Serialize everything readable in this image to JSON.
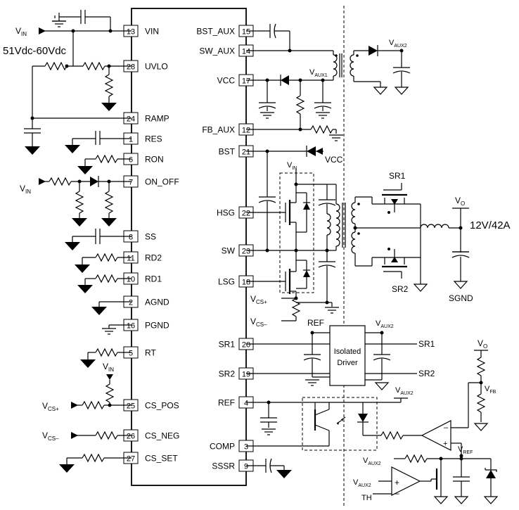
{
  "input": {
    "vin_label": "V",
    "vin_sub": "IN",
    "voltage_range": "51Vdc-60Vdc"
  },
  "ic_pins_left": [
    {
      "num": "13",
      "name": "VIN"
    },
    {
      "num": "28",
      "name": "UVLO"
    },
    {
      "num": "24",
      "name": "RAMP"
    },
    {
      "num": "1",
      "name": "RES"
    },
    {
      "num": "6",
      "name": "RON"
    },
    {
      "num": "7",
      "name": "ON_OFF"
    },
    {
      "num": "8",
      "name": "SS"
    },
    {
      "num": "11",
      "name": "RD2"
    },
    {
      "num": "10",
      "name": "RD1"
    },
    {
      "num": "2",
      "name": "AGND"
    },
    {
      "num": "16",
      "name": "PGND"
    },
    {
      "num": "5",
      "name": "RT"
    },
    {
      "num": "25",
      "name": "CS_POS"
    },
    {
      "num": "26",
      "name": "CS_NEG"
    },
    {
      "num": "27",
      "name": "CS_SET"
    }
  ],
  "ic_pins_right": [
    {
      "num": "15",
      "name": "BST_AUX"
    },
    {
      "num": "14",
      "name": "SW_AUX"
    },
    {
      "num": "17",
      "name": "VCC"
    },
    {
      "num": "12",
      "name": "FB_AUX"
    },
    {
      "num": "21",
      "name": "BST"
    },
    {
      "num": "22",
      "name": "HSG"
    },
    {
      "num": "23",
      "name": "SW"
    },
    {
      "num": "18",
      "name": "LSG"
    },
    {
      "num": "20",
      "name": "SR1"
    },
    {
      "num": "19",
      "name": "SR2"
    },
    {
      "num": "4",
      "name": "REF"
    },
    {
      "num": "3",
      "name": "COMP"
    },
    {
      "num": "9",
      "name": "SSSR"
    }
  ],
  "labels": {
    "v": "V",
    "vin_sub": "IN",
    "vcs_plus_sub": "CS+",
    "vcs_minus_sub": "CS–",
    "vaux1_sub": "AUX1",
    "vaux2_sub": "AUX2",
    "vo_sub": "O",
    "vfb_sub": "FB",
    "vref_sub": "REF",
    "vcc": "VCC",
    "ref": "REF",
    "sr1": "SR1",
    "sr2": "SR2",
    "sgnd": "SGND",
    "th": "TH",
    "output_spec": "12V/42A",
    "isolated_driver_line1": "Isolated",
    "isolated_driver_line2": "Driver",
    "plus": "+",
    "minus": "–"
  }
}
